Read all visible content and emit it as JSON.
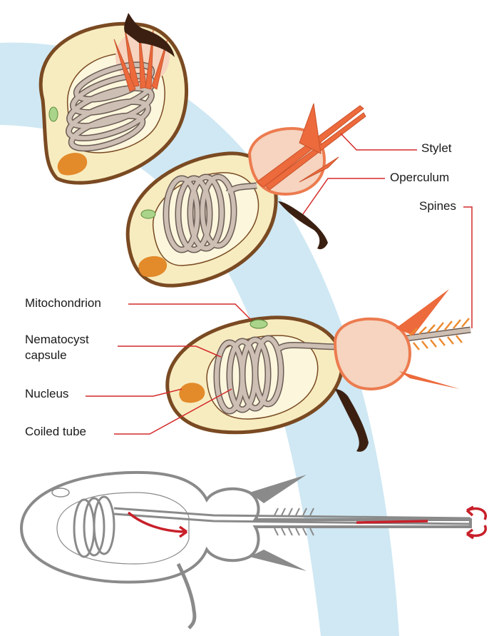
{
  "labels": {
    "stylet": "Stylet",
    "operculum": "Operculum",
    "spines": "Spines",
    "mitochondrion": "Mitochondrion",
    "capsule_line1": "Nematocyst",
    "capsule_line2": "capsule",
    "nucleus": "Nucleus",
    "coiled_tube": "Coiled tube"
  },
  "colors": {
    "background_band": "#cfe8f3",
    "capsule_fill": "#f7ecc0",
    "capsule_outline": "#7a4a22",
    "inner_fill": "#fbf6dc",
    "tube_fill": "#cdbfb4",
    "tube_outline": "#6b5b54",
    "head_fill": "#f6d4bf",
    "head_outline": "#ec7b4f",
    "stylet_color": "#ec6a3c",
    "nucleus_color": "#e38a2a",
    "mitochondrion_color": "#a9d489",
    "operculum_color": "#3b2012",
    "leader_line": "#d42a2a",
    "grey_outline": "#8a8a8a",
    "arrow_color": "#c8202a"
  }
}
